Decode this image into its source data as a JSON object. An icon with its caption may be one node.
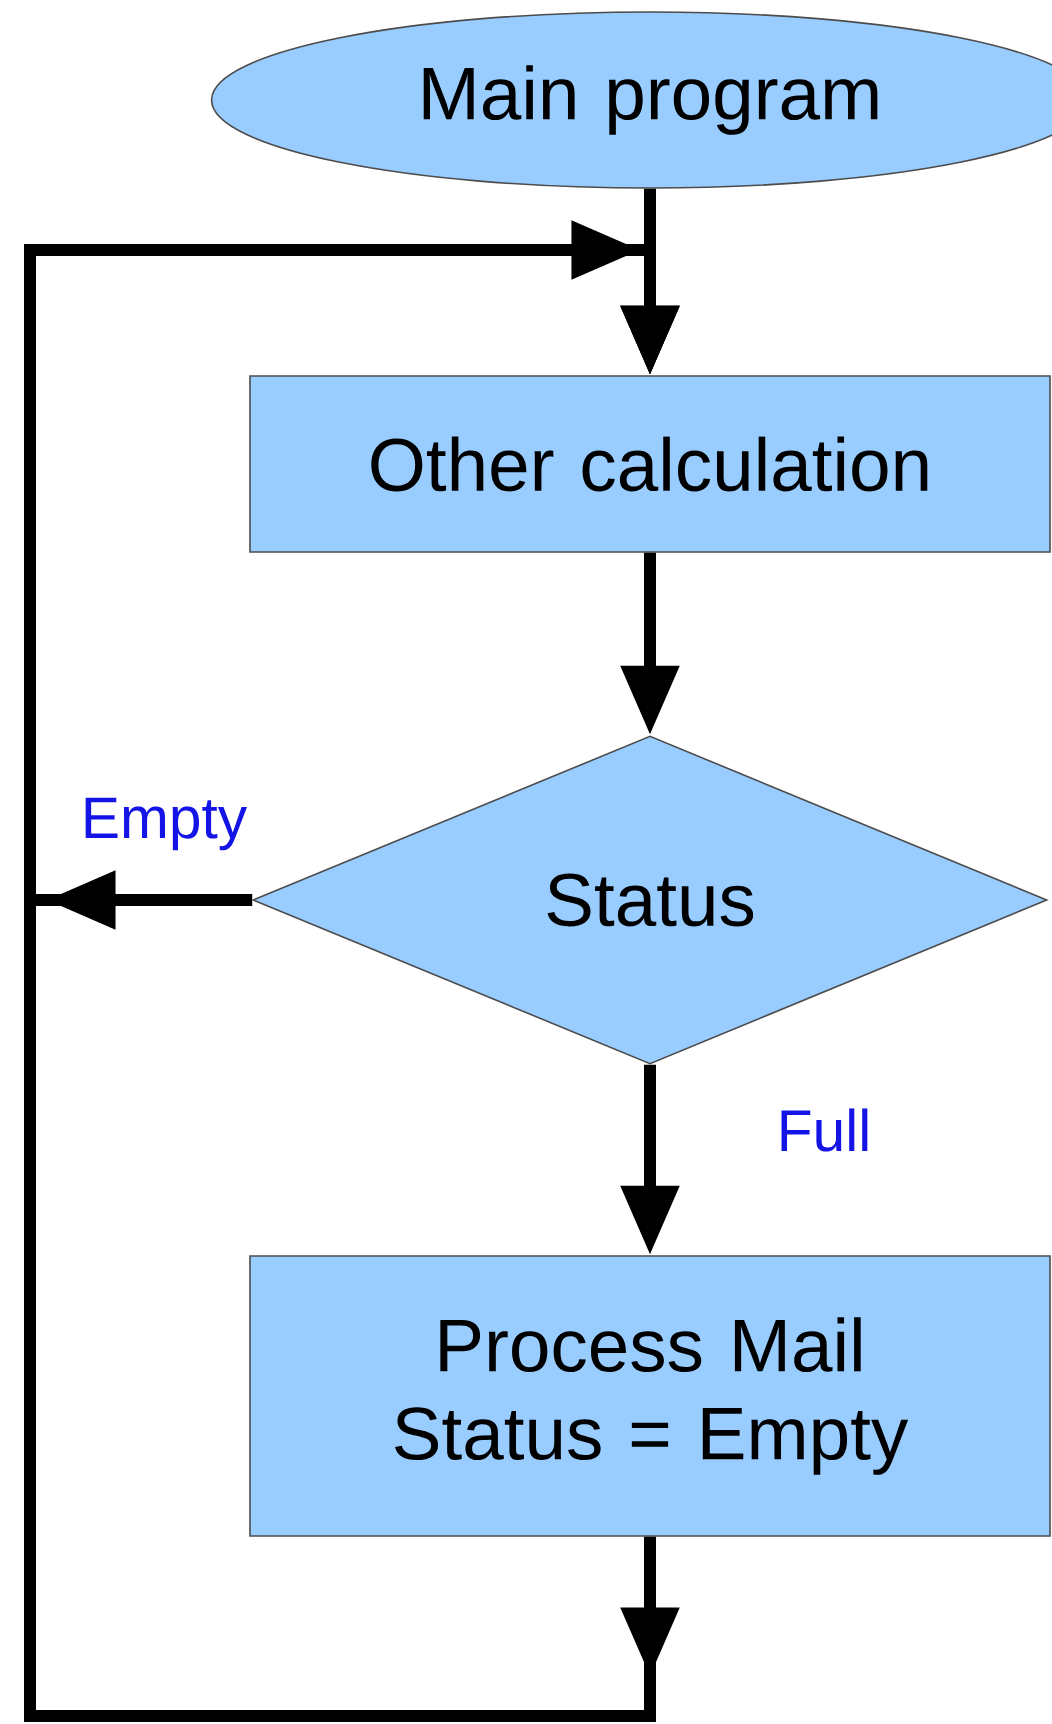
{
  "diagram": {
    "nodes": [
      {
        "text": [
          "Main program"
        ]
      },
      {
        "text": [
          "Other calculation"
        ]
      },
      {
        "text": [
          "Status"
        ]
      },
      {
        "text": [
          "Process Mail Status = Empty"
        ]
      }
    ],
    "edges": [
      {
        "from": 0,
        "to": 1,
        "arrow": "to"
      },
      {
        "from": 1,
        "to": 2,
        "arrow": "to"
      },
      {
        "from": 2,
        "to": 3,
        "arrow": "to",
        "label": "Full"
      },
      {
        "from": 2,
        "to": 1,
        "arrow": "to",
        "label": "Empty"
      },
      {
        "from": 3,
        "to": 1,
        "arrow": "to"
      }
    ]
  }
}
